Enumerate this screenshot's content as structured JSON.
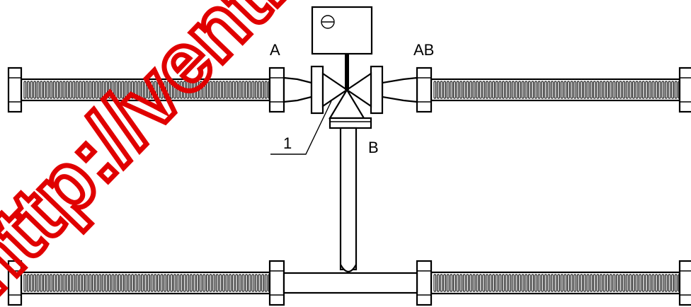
{
  "labels": {
    "port_a": "A",
    "port_ab": "AB",
    "port_b": "B",
    "callout_1": "1"
  },
  "watermark": {
    "text": "http://ventilation",
    "color": "#e00000"
  },
  "colors": {
    "line": "#000000",
    "background": "#ffffff"
  },
  "icons": {
    "actuator": "actuator-slot-icon"
  }
}
